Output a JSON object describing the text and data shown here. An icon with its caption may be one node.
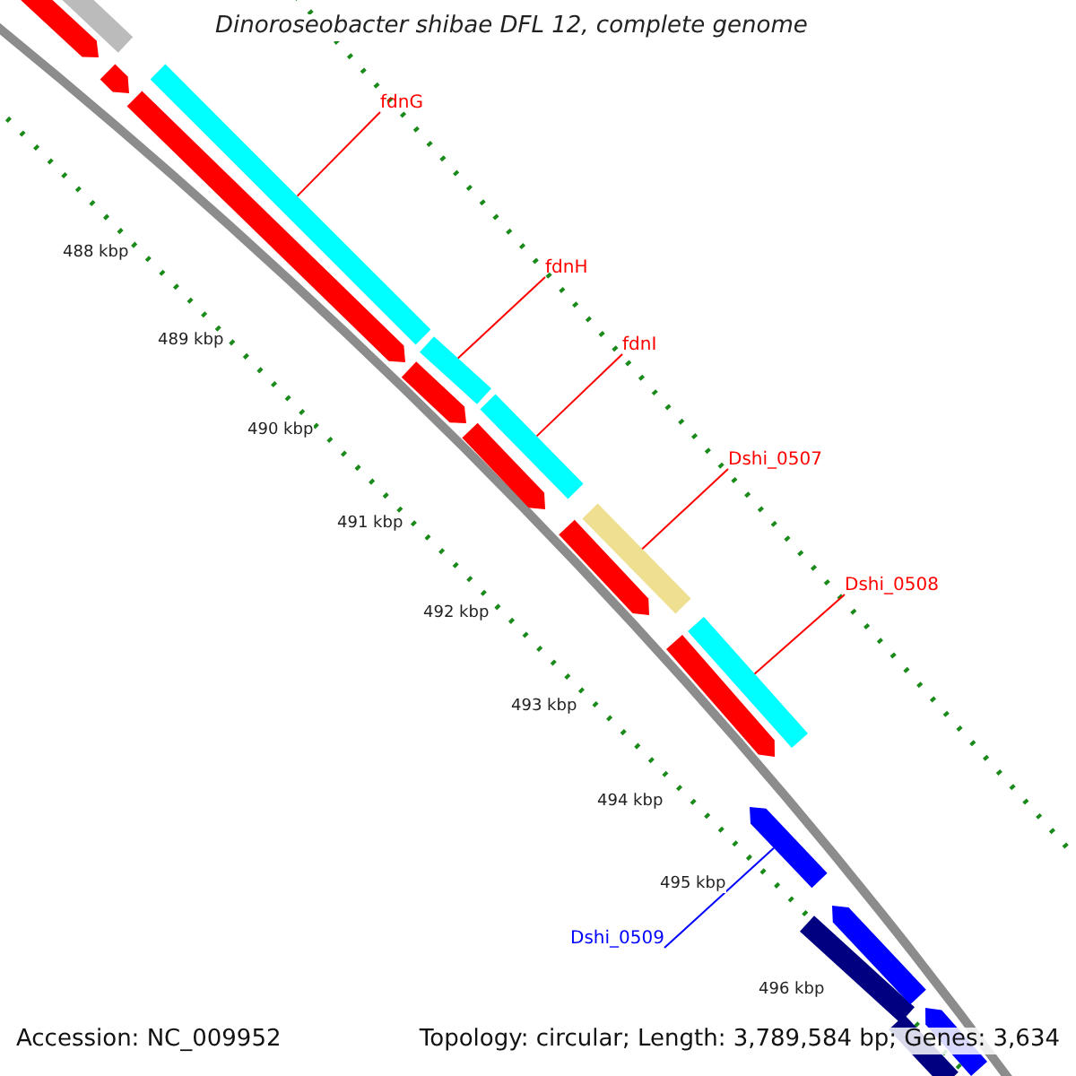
{
  "diagram": {
    "title": "Dinoroseobacter shibae DFL 12, complete genome",
    "nodes": [
      {
        "text": [
          "fdnG"
        ]
      },
      {
        "text": [
          "fdnH"
        ]
      },
      {
        "text": [
          "fdnI"
        ]
      },
      {
        "text": [
          "Dshi_0507"
        ]
      },
      {
        "text": [
          "Dshi_0508"
        ]
      },
      {
        "text": [
          "Dshi_0509"
        ]
      },
      {
        "text": [],
        "shape": "bar"
      },
      {
        "text": [],
        "shape": "bar"
      },
      {
        "text": [],
        "shape": "bar"
      },
      {
        "text": [],
        "shape": "bar"
      },
      {
        "text": [],
        "shape": "bar"
      },
      {
        "text": [],
        "shape": "arrow"
      }
    ],
    "edges": [
      {
        "from": 0,
        "to": 6,
        "arrow": "none"
      },
      {
        "from": 1,
        "to": 7,
        "arrow": "none"
      },
      {
        "from": 2,
        "to": 8,
        "arrow": "none"
      },
      {
        "from": 3,
        "to": 9,
        "arrow": "none"
      },
      {
        "from": 4,
        "to": 10,
        "arrow": "none"
      },
      {
        "from": 5,
        "to": 11,
        "arrow": "none",
        "color": "#0000ff"
      }
    ],
    "labels": [
      "488 kbp",
      "489 kbp",
      "490 kbp",
      "491 kbp",
      "492 kbp",
      "493 kbp",
      "494 kbp",
      "495 kbp",
      "496 kbp",
      "Accession: NC_009952",
      "Topology: circular; Length: 3,789,584 bp; Genes: 3,634"
    ]
  }
}
